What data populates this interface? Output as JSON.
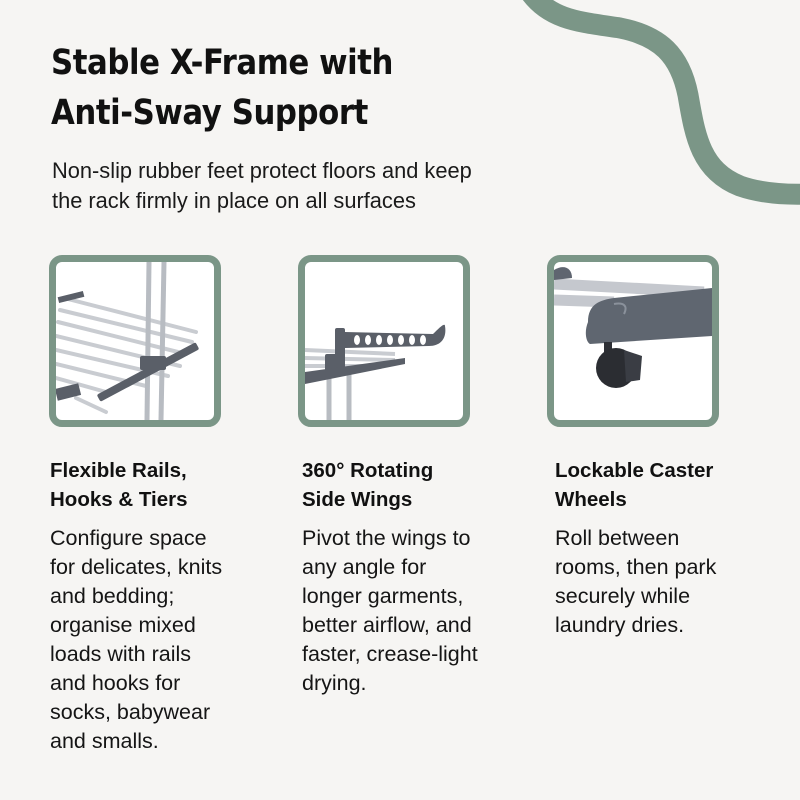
{
  "colors": {
    "background": "#f6f5f3",
    "accent": "#7b9687",
    "text": "#111111",
    "metal": "#5a5f68",
    "rail": "#c8cbd0"
  },
  "header": {
    "title_lines": [
      "Stable X-Frame with",
      "Anti-Sway Support"
    ],
    "subtitle_lines": [
      "Non-slip rubber feet protect floors and keep",
      "the rack firmly in place on all surfaces"
    ]
  },
  "features": [
    {
      "image": "rails-tiers-closeup",
      "heading_lines": [
        "Flexible Rails,",
        "Hooks & Tiers"
      ],
      "body_lines": [
        "Configure space",
        "for delicates, knits",
        "and bedding;",
        "organise mixed",
        "loads with rails",
        "and hooks for",
        "socks, babywear",
        "and smalls."
      ]
    },
    {
      "image": "rotating-wing-hook-closeup",
      "heading_lines": [
        "360° Rotating",
        "Side Wings"
      ],
      "body_lines": [
        "Pivot the wings to",
        "any angle for",
        "longer garments,",
        "better airflow, and",
        "faster, crease-light",
        "drying."
      ]
    },
    {
      "image": "caster-wheel-closeup",
      "heading_lines": [
        "Lockable Caster",
        "Wheels"
      ],
      "body_lines": [
        "Roll between",
        "rooms, then park",
        "securely while",
        "laundry dries."
      ]
    }
  ]
}
